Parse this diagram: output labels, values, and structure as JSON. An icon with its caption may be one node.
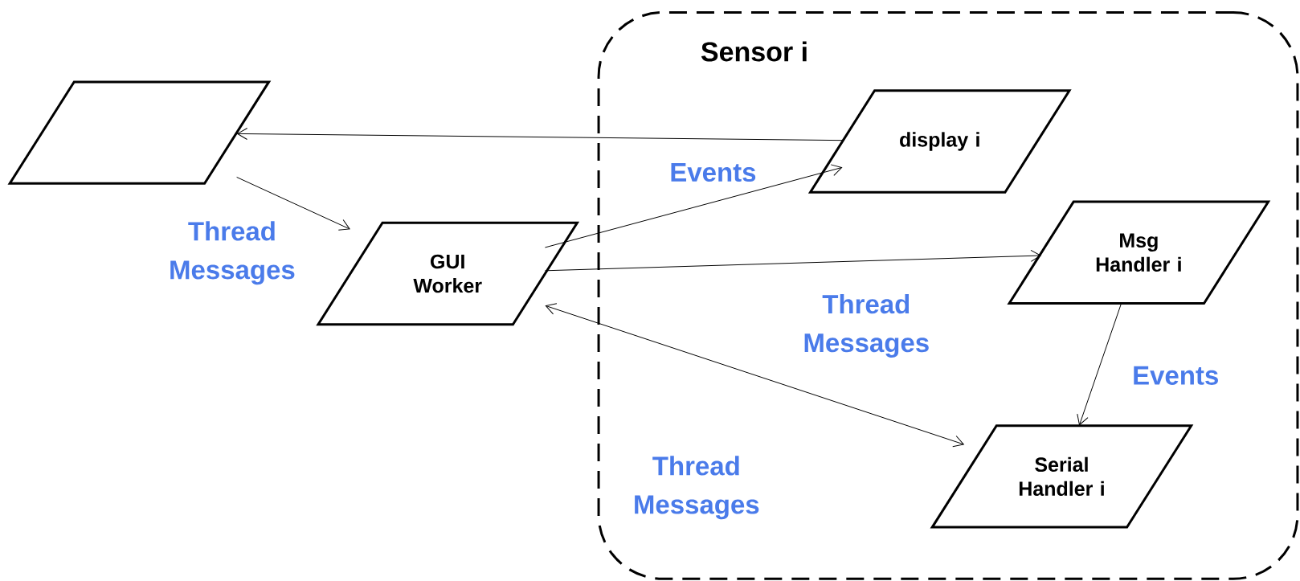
{
  "diagram": {
    "nodes": [
      {
        "text": [],
        "shape": "parallelogram"
      },
      {
        "text": [
          "Sensor i"
        ]
      },
      {
        "text": [
          "GUI Worker"
        ]
      },
      {
        "text": [
          "display i"
        ],
        "in": 1
      },
      {
        "text": [
          "Msg Handler i"
        ],
        "in": 1
      },
      {
        "text": [
          "Serial Handler i"
        ],
        "in": 1
      }
    ],
    "edges": [
      {
        "from": 3,
        "to": 0,
        "arrow": "to"
      },
      {
        "from": 0,
        "to": 2,
        "arrow": "to"
      },
      {
        "from": 2,
        "to": 3,
        "arrow": "to"
      },
      {
        "from": 2,
        "to": 4,
        "arrow": "to"
      },
      {
        "from": 4,
        "to": 5,
        "arrow": "to"
      },
      {
        "from": 2,
        "to": 5,
        "arrow": "both"
      }
    ],
    "labels": [
      "Thread Messages",
      "Events",
      "Thread Messages",
      "Events",
      "Thread Messages"
    ]
  }
}
